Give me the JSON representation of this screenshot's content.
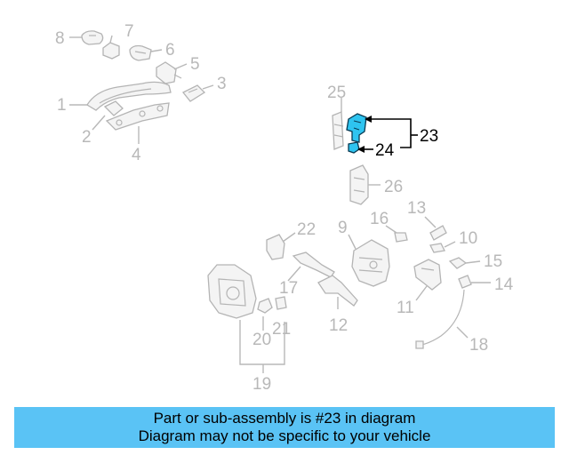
{
  "callouts": {
    "c1": "1",
    "c2": "2",
    "c3": "3",
    "c4": "4",
    "c5": "5",
    "c6": "6",
    "c7": "7",
    "c8": "8",
    "c9": "9",
    "c10": "10",
    "c11": "11",
    "c12": "12",
    "c13": "13",
    "c14": "14",
    "c15": "15",
    "c16": "16",
    "c17": "17",
    "c18": "18",
    "c19": "19",
    "c20": "20",
    "c21": "21",
    "c22": "22",
    "c23": "23",
    "c24": "24",
    "c25": "25",
    "c26": "26"
  },
  "highlight_color": "#2ec4f0",
  "banner": {
    "color": "#5ac3f5",
    "line1": "Part or sub-assembly is #23 in diagram",
    "line2": "Diagram may not be specific to your vehicle"
  }
}
